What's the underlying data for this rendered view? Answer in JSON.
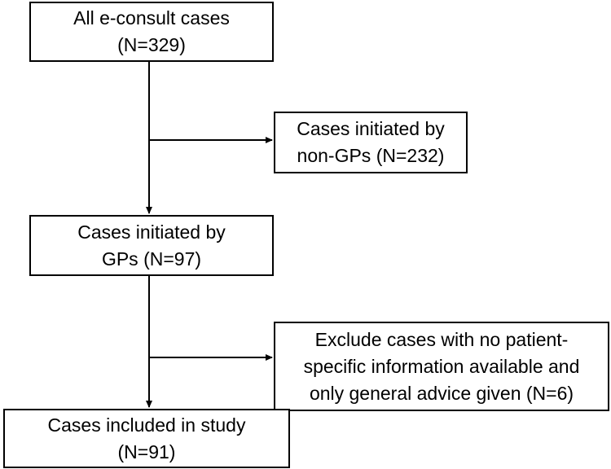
{
  "boxes": {
    "all_cases": {
      "line1": "All e-consult cases",
      "line2": "(N=329)"
    },
    "non_gp": {
      "line1": "Cases initiated by",
      "line2": "non-GPs (N=232)"
    },
    "gp": {
      "line1": "Cases initiated by",
      "line2": "GPs (N=97)"
    },
    "excluded": {
      "line1": "Exclude cases with no patient-",
      "line2": "specific information available and",
      "line3": "only general advice given (N=6)"
    },
    "included": {
      "line1": "Cases included in study",
      "line2": "(N=91)"
    }
  },
  "colors": {
    "line": "#000000",
    "box_border": "#000000",
    "background": "#ffffff"
  }
}
